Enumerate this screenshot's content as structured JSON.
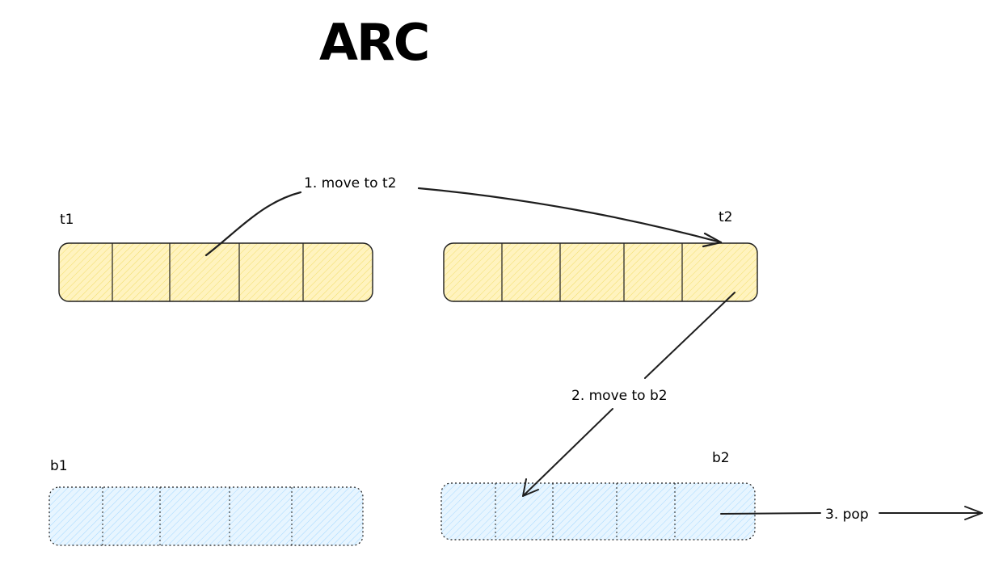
{
  "title": "ARC",
  "colors": {
    "t_fill": "#fff3bf",
    "t_hatch": "#f2de6a",
    "b_fill": "#e7f5ff",
    "b_hatch": "#a5d8ff",
    "stroke": "#1e1e1e"
  },
  "lists": [
    {
      "id": "t1",
      "label": "t1",
      "style": "solid",
      "cells": 5
    },
    {
      "id": "t2",
      "label": "t2",
      "style": "solid",
      "cells": 5
    },
    {
      "id": "b1",
      "label": "b1",
      "style": "dotted",
      "cells": 5
    },
    {
      "id": "b2",
      "label": "b2",
      "style": "dotted",
      "cells": 5
    }
  ],
  "steps": [
    {
      "id": "step1",
      "text": "1. move to t2",
      "from": "t1",
      "to": "t2"
    },
    {
      "id": "step2",
      "text": "2. move to b2",
      "from": "t2",
      "to": "b2"
    },
    {
      "id": "step3",
      "text": "3. pop",
      "from": "b2",
      "to": ""
    }
  ]
}
